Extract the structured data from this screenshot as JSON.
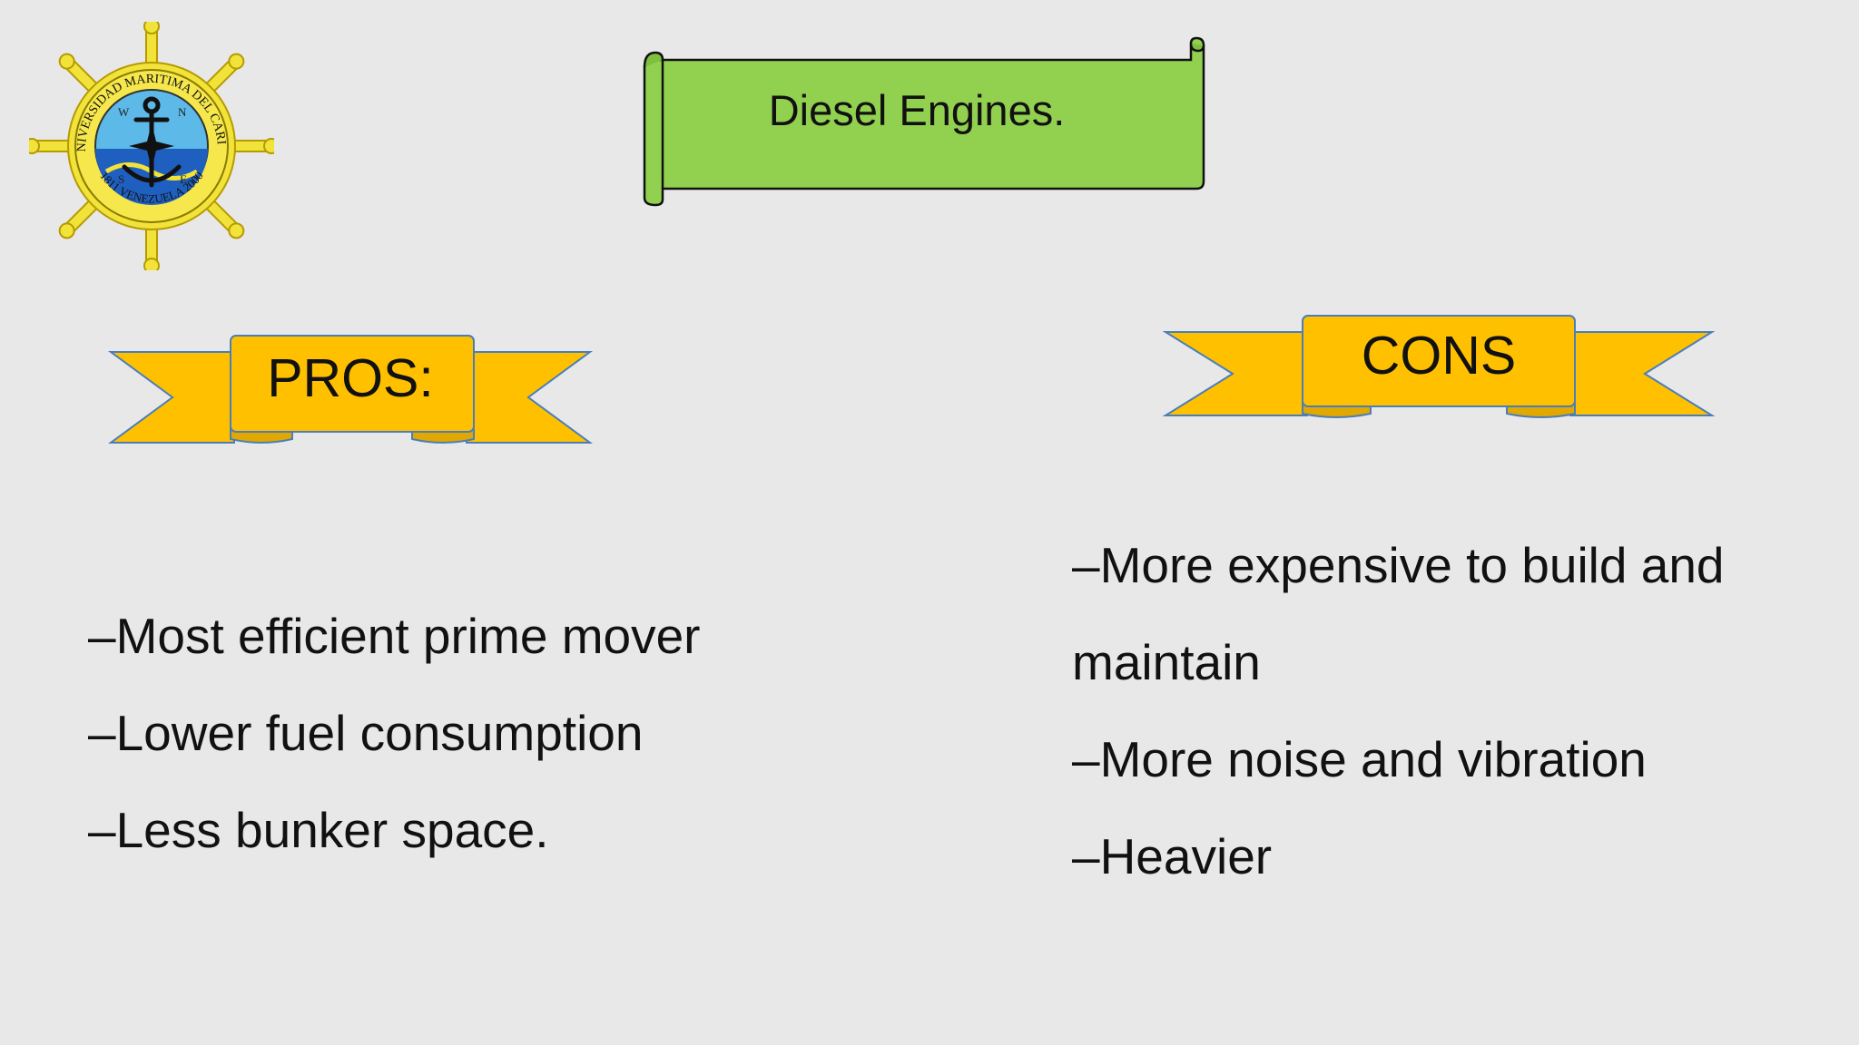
{
  "logo": {
    "ring_text_top": "UNIVERSIDAD MARITIMA DEL CARIBE",
    "ring_text_bottom": "1811 VENEZUELA 2000",
    "icon": "ships-wheel-anchor-emblem"
  },
  "title": "Diesel Engines.",
  "pros": {
    "heading": "PROS:",
    "items": [
      "–Most efficient prime mover",
      "–Lower fuel consumption",
      "–Less bunker space."
    ]
  },
  "cons": {
    "heading": "CONS",
    "items": [
      "–More expensive to build and",
      "maintain",
      "–More noise and vibration",
      "–Heavier"
    ]
  },
  "colors": {
    "background": "#e9e8e8",
    "title_scroll": "#92d050",
    "banner": "#ffc000",
    "banner_outline": "#4a7ebb"
  }
}
